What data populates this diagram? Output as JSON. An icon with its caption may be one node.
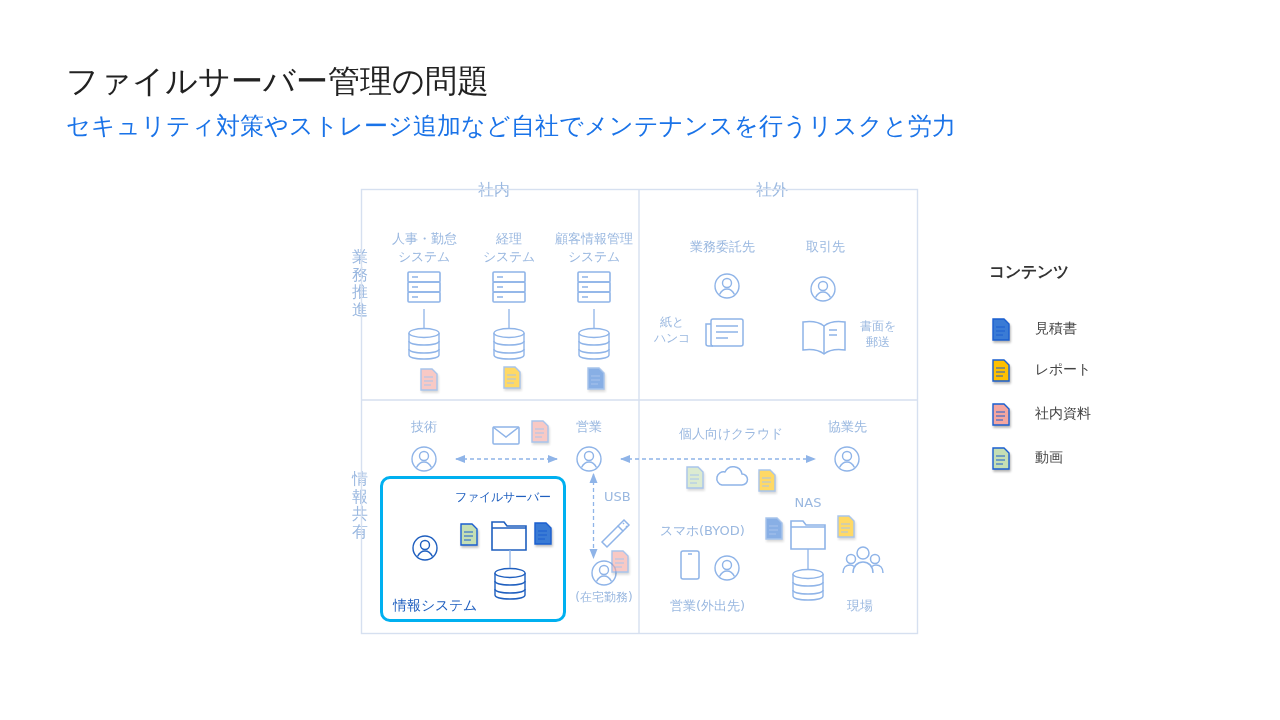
{
  "diagram": {
    "title": "ファイルサーバー管理の問題",
    "nodes": [
      {
        "text": [
          "人事・勤怠システム"
        ]
      },
      {
        "text": [],
        "shape": "cylinder"
      },
      {
        "text": [
          "経理システム"
        ]
      },
      {
        "text": [],
        "shape": "cylinder"
      },
      {
        "text": [
          "顧客情報管理システム"
        ]
      },
      {
        "text": [],
        "shape": "cylinder"
      },
      {
        "text": [
          "技術"
        ]
      },
      {
        "text": [
          "営業"
        ]
      },
      {
        "text": [
          "ファイルサーバー",
          "情報システム"
        ]
      },
      {
        "text": [],
        "shape": "folder",
        "in": 8
      },
      {
        "text": [],
        "shape": "cylinder",
        "in": 8
      },
      {
        "text": [
          "(在宅勤務)"
        ]
      },
      {
        "text": [
          "協業先"
        ]
      },
      {
        "text": [
          "NAS"
        ]
      },
      {
        "text": [],
        "shape": "cylinder"
      }
    ],
    "edges": [
      {
        "from": 0,
        "to": 1,
        "arrow": "none"
      },
      {
        "from": 2,
        "to": 3,
        "arrow": "none"
      },
      {
        "from": 4,
        "to": 5,
        "arrow": "none"
      },
      {
        "from": 6,
        "to": 7,
        "arrow": "both",
        "style": "dashed"
      },
      {
        "from": 7,
        "to": 11,
        "arrow": "both",
        "style": "dashed"
      },
      {
        "from": 7,
        "to": 12,
        "arrow": "both",
        "style": "dashed"
      },
      {
        "from": 9,
        "to": 10,
        "arrow": "none"
      },
      {
        "from": 13,
        "to": 14,
        "arrow": "none"
      }
    ],
    "labels": [
      "セキュリティ対策やストレージ追加など自社でメンテナンスを行うリスクと労力",
      "社内",
      "社外",
      "業務推進",
      "業務委託先",
      "取引先",
      "紙とハンコ",
      "書面を郵送",
      "情報共有",
      "個人向けクラウド",
      "USB",
      "スマホ(BYOD)",
      "営業(外出先)",
      "現場",
      "コンテンツ"
    ],
    "legend": [
      {
        "text": "見積書",
        "color": "#3a7bd5"
      },
      {
        "text": "レポート",
        "color": "#ffc000"
      },
      {
        "text": "社内資料",
        "color": "#f4a6a0"
      },
      {
        "text": "動画",
        "color": "#c5dfb4"
      }
    ]
  }
}
